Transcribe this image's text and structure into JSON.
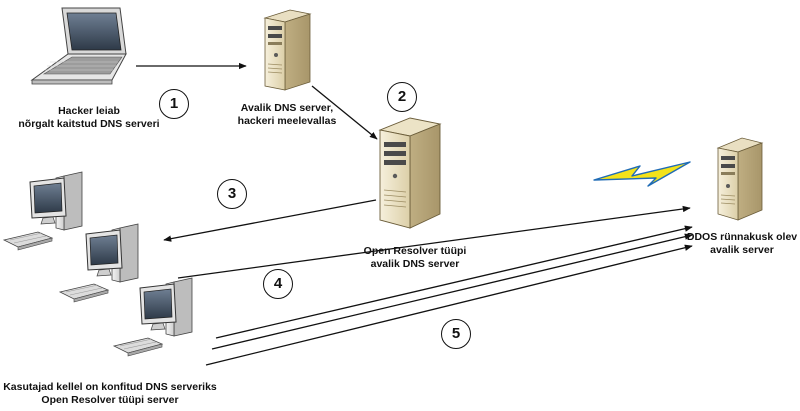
{
  "nodes": {
    "hacker": {
      "label_line1": "Hacker leiab",
      "label_line2": "nõrgalt kaitstud DNS serveri",
      "icon": "laptop-icon"
    },
    "public_dns": {
      "label_line1": "Avalik DNS server,",
      "label_line2": "hackeri meelevallas",
      "icon": "server-icon"
    },
    "open_resolver": {
      "label_line1": "Open Resolver tüüpi",
      "label_line2": "avalik DNS server",
      "icon": "server-icon"
    },
    "victim": {
      "label_line1": "DDOS rünnakusk olev",
      "label_line2": "avalik server",
      "icon": "server-icon"
    },
    "users": {
      "label_line1": "Kasutajad kellel on konfitud DNS serveriks",
      "label_line2": "Open Resolver tüüpi server",
      "icon": "desktop-computer-icon"
    }
  },
  "steps": [
    "1",
    "2",
    "3",
    "4",
    "5"
  ],
  "colors": {
    "arrow": "#111111",
    "lightning_fill": "#f3e21a",
    "lightning_edge": "#1f6bb5",
    "server_body": "#efe6cc",
    "server_shade": "#c9b98f"
  }
}
